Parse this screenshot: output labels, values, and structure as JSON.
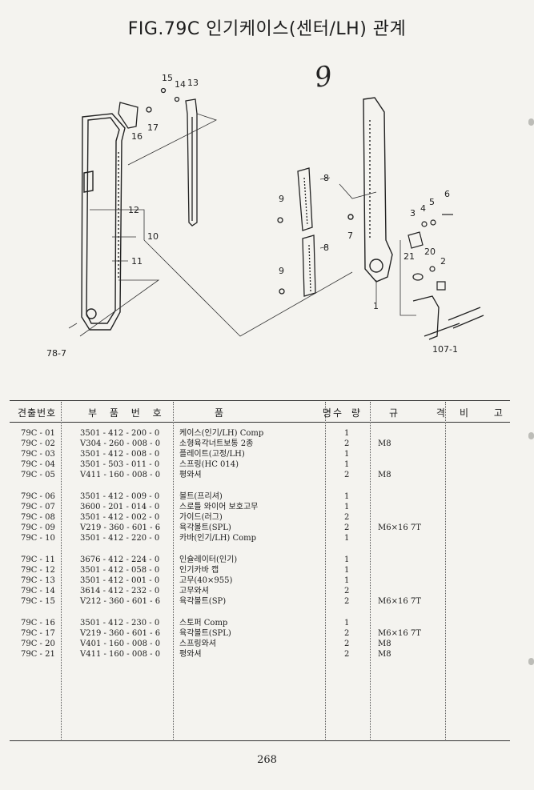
{
  "title": "FIG.79C 인기케이스(센터/LH) 관계",
  "handwritten_note": "9",
  "page_number": "268",
  "diagram": {
    "callouts": {
      "c15": "15",
      "c14": "14",
      "c13": "13",
      "c16": "16",
      "c17": "17",
      "c12": "12",
      "c10": "10",
      "c11": "11",
      "c78": "78-7",
      "c8a": "8",
      "c9a": "9",
      "c8b": "8",
      "c9b": "9",
      "c7": "7",
      "c3": "3",
      "c4": "4",
      "c5": "5",
      "c6": "6",
      "c21": "21",
      "c20": "20",
      "c2": "2",
      "c1": "1",
      "c107": "107-1"
    }
  },
  "table": {
    "headers": {
      "no": "견출번호",
      "part": "부 품 번 호",
      "name": "품 명",
      "qty": "수 량",
      "spec": "규 격",
      "note": "비 고"
    },
    "rows": [
      {
        "no": "79C - 01",
        "part": "3501 - 412 - 200 - 0",
        "name": "케이스(인기/LH) Comp",
        "qty": "1",
        "spec": ""
      },
      {
        "no": "79C - 02",
        "part": "V304 - 260 - 008 - 0",
        "name": "소형육각너트보통 2종",
        "qty": "2",
        "spec": "M8"
      },
      {
        "no": "79C - 03",
        "part": "3501 - 412 - 008 - 0",
        "name": "플레이트(고정/LH)",
        "qty": "1",
        "spec": ""
      },
      {
        "no": "79C - 04",
        "part": "3501 - 503 - 011 - 0",
        "name": "스프링(HC 014)",
        "qty": "1",
        "spec": ""
      },
      {
        "no": "79C - 05",
        "part": "V411 - 160 - 008 - 0",
        "name": "평와셔",
        "qty": "2",
        "spec": "M8"
      },
      {
        "no": "79C - 06",
        "part": "3501 - 412 - 009 - 0",
        "name": "볼트(프리셔)",
        "qty": "1",
        "spec": ""
      },
      {
        "no": "79C - 07",
        "part": "3600 - 201 - 014 - 0",
        "name": "스로틀 와이어 보호고무",
        "qty": "1",
        "spec": ""
      },
      {
        "no": "79C - 08",
        "part": "3501 - 412 - 002 - 0",
        "name": "가이드(러그)",
        "qty": "2",
        "spec": ""
      },
      {
        "no": "79C - 09",
        "part": "V219 - 360 - 601 - 6",
        "name": "육각볼트(SPL)",
        "qty": "2",
        "spec": "M6×16 7T"
      },
      {
        "no": "79C - 10",
        "part": "3501 - 412 - 220 - 0",
        "name": "카바(인기/LH) Comp",
        "qty": "1",
        "spec": ""
      },
      {
        "no": "79C - 11",
        "part": "3676 - 412 - 224 - 0",
        "name": "인슐레이터(인기)",
        "qty": "1",
        "spec": ""
      },
      {
        "no": "79C - 12",
        "part": "3501 - 412 - 058 - 0",
        "name": "인기카바 캡",
        "qty": "1",
        "spec": ""
      },
      {
        "no": "79C - 13",
        "part": "3501 - 412 - 001 - 0",
        "name": "고무(40×955)",
        "qty": "1",
        "spec": ""
      },
      {
        "no": "79C - 14",
        "part": "3614 - 412 - 232 - 0",
        "name": "고무와셔",
        "qty": "2",
        "spec": ""
      },
      {
        "no": "79C - 15",
        "part": "V212 - 360 - 601 - 6",
        "name": "육각볼트(SP)",
        "qty": "2",
        "spec": "M6×16 7T"
      },
      {
        "no": "79C - 16",
        "part": "3501 - 412 - 230 - 0",
        "name": "스토퍼 Comp",
        "qty": "1",
        "spec": ""
      },
      {
        "no": "79C - 17",
        "part": "V219 - 360 - 601 - 6",
        "name": "육각볼트(SPL)",
        "qty": "2",
        "spec": "M6×16 7T"
      },
      {
        "no": "79C - 20",
        "part": "V401 - 160 - 008 - 0",
        "name": "스프링와셔",
        "qty": "2",
        "spec": "M8"
      },
      {
        "no": "79C - 21",
        "part": "V411 - 160 - 008 - 0",
        "name": "평와셔",
        "qty": "2",
        "spec": "M8"
      }
    ]
  }
}
